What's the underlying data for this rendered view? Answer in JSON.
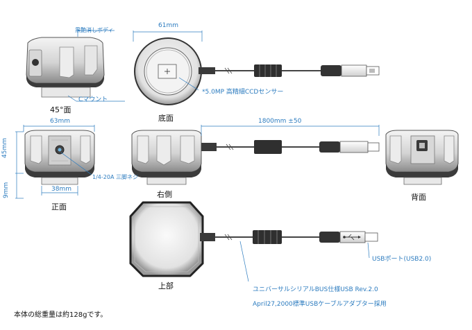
{
  "colors": {
    "annotation": "#2b7bbf",
    "body_dark": "#3a3a3a",
    "body_mid": "#cfcfcf",
    "cable": "#444444"
  },
  "annotations": {
    "body_finish": "黒艶消しボディ",
    "c_mount": "Cマウント",
    "sensor": "*5.0MP 高精細CCDセンサー",
    "tripod_screw": "1/4-20A 三脚ネジ",
    "usb_port": "USBポート(USB2.0)",
    "usb_spec_line1": "ユニバーサルシリアルBUS仕様USB Rev.2.0",
    "usb_spec_line2": "April27,2000標準USBケーブルアダプター採用",
    "weight_note": "本体の総重量は約128gです。"
  },
  "dimensions": {
    "width_61": "61mm",
    "width_63": "63mm",
    "height_45": "45mm",
    "height_9": "9mm",
    "width_38": "38mm",
    "cable_length": "1800mm ±50"
  },
  "views": {
    "angle_45": "45°面",
    "bottom": "底面",
    "front": "正面",
    "right_side": "右側",
    "back": "背面",
    "top": "上部"
  },
  "icons": [
    "usb-plug-icon",
    "ferrite-core-icon",
    "usb-symbol-icon",
    "tripod-socket-icon",
    "usb-b-port-icon"
  ]
}
